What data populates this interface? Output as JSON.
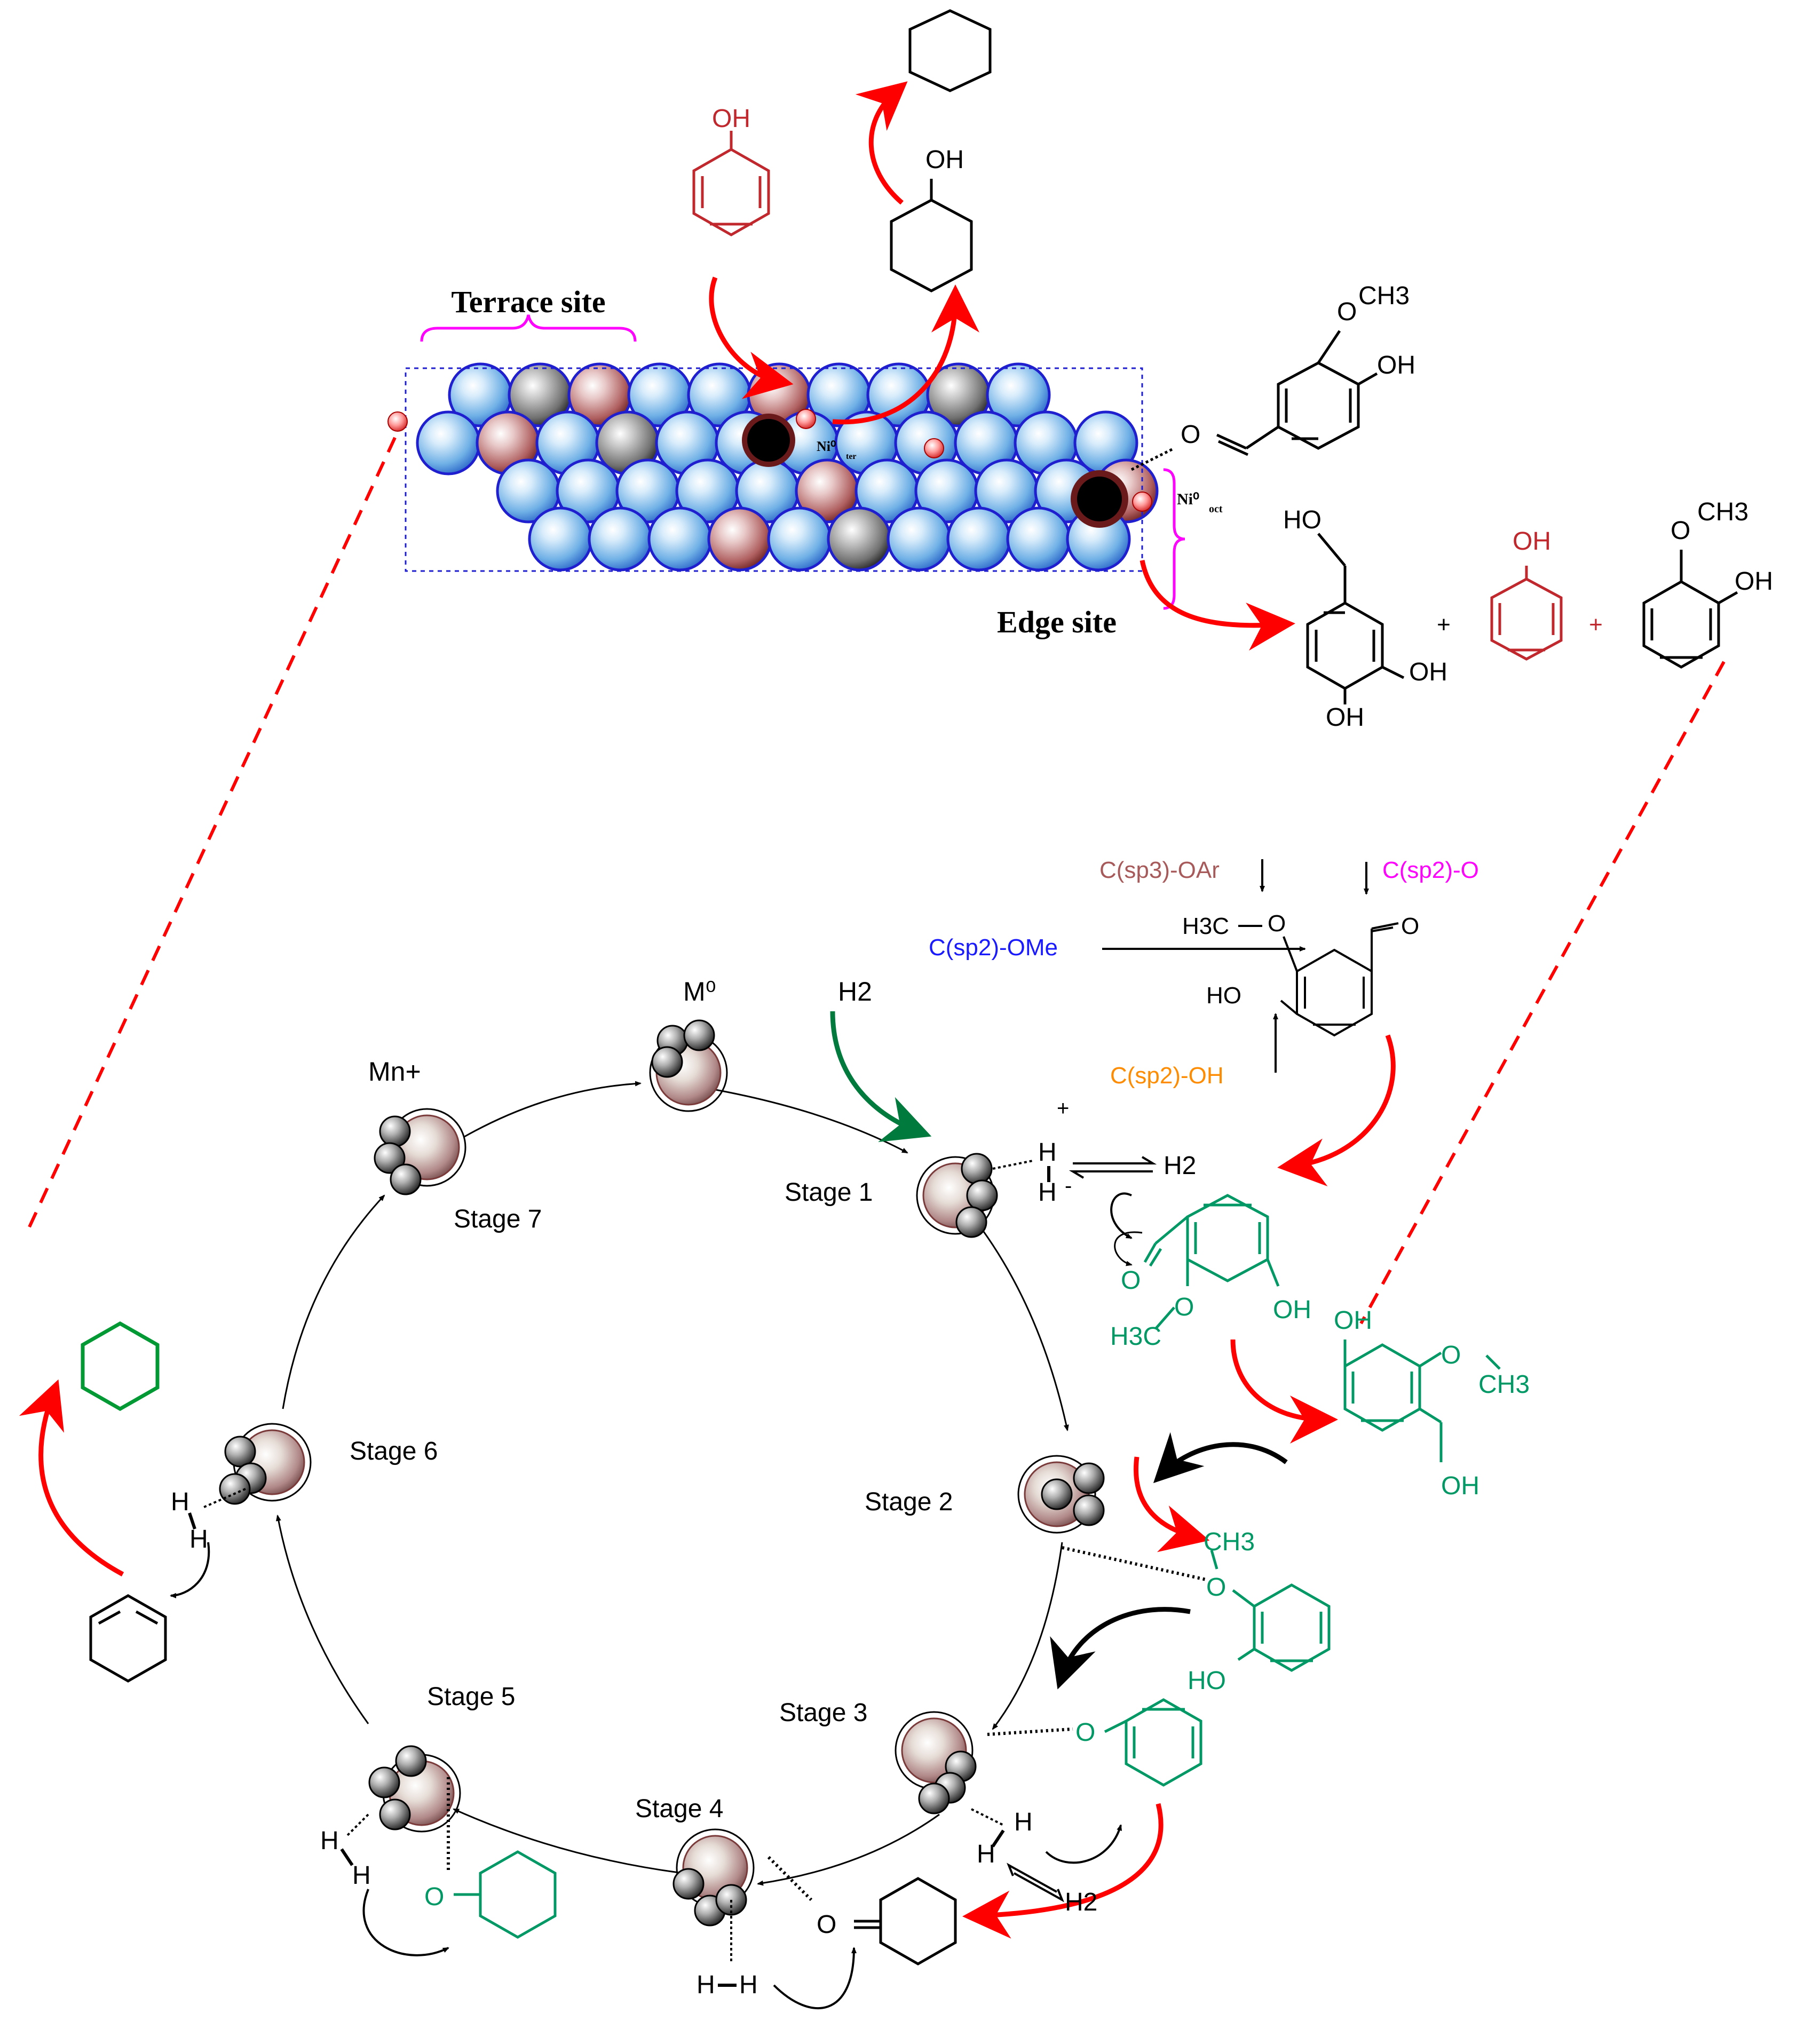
{
  "surface": {
    "terrace_label": "Terrace site",
    "edge_label": "Edge site",
    "ni_terrace_label": "Ni⁰",
    "ni_terrace_sub": "ter",
    "ni_edge_label": "Ni⁰",
    "ni_edge_sub": "oct",
    "colors": {
      "ni": "#9fcbec",
      "support": "#b05a5a",
      "carbon": "#2a2a2a",
      "outline": "#1f1fd0"
    }
  },
  "molecules_top": {
    "phenol_oh": "OH",
    "cyclohexanol_oh": "OH",
    "vanillin_ome": "O",
    "vanillin_ch3": "CH3",
    "vanillin_oh": "OH",
    "vanillin_o": "O",
    "plus1": "+",
    "plus2": "+",
    "product1_ho": "HO",
    "product1_oh1": "OH",
    "product1_oh2": "OH",
    "product2_oh": "OH",
    "product3_o": "O",
    "product3_ch3": "CH3",
    "product3_oh": "OH"
  },
  "bond_labels": {
    "sp3_oar": "C(sp3)-OAr",
    "sp2_o": "C(sp2)-O",
    "sp2_ome": "C(sp2)-OMe",
    "sp2_oh": "C(sp2)-OH",
    "h3c": "H3C",
    "o1": "O",
    "o2": "O",
    "ho": "HO",
    "colors": {
      "sp3_oar": "#a85a5a",
      "sp2_o": "#ff00ff",
      "sp2_ome": "#1a1aff",
      "sp2_oh": "#ff8c00"
    }
  },
  "cycle": {
    "m0": "M⁰",
    "mn": "Mn+",
    "h2_top": "H2",
    "stages": [
      "Stage 1",
      "Stage 2",
      "Stage 3",
      "Stage 4",
      "Stage 5",
      "Stage 6",
      "Stage 7"
    ],
    "stage1_plus": "+",
    "stage1_h": "H",
    "stage1_hminus": "H",
    "stage1_minus": "-",
    "stage1_h2": "H2",
    "stage3_h1": "H",
    "stage3_h2": "H",
    "stage3_h2out": "H2",
    "stage4_h": "H",
    "stage4_h2": "H",
    "stage4_o": "O",
    "stage5_h1": "H",
    "stage5_h2": "H",
    "stage5_o": "O",
    "stage6_h1": "H",
    "stage6_h2": "H",
    "colors": {
      "green": "#009966",
      "red": "#ff0000",
      "darkgreen": "#007a3d"
    }
  },
  "intermediates": {
    "int1_o": "O",
    "int1_h3c": "H3C",
    "int1_o2": "O",
    "int1_oh": "OH",
    "int2_oh": "OH",
    "int2_o": "O",
    "int2_ch3": "CH3",
    "int2_oh2": "OH",
    "int3_ch3": "CH3",
    "int3_o": "O",
    "int3_ho": "HO",
    "int4_o": "O"
  }
}
